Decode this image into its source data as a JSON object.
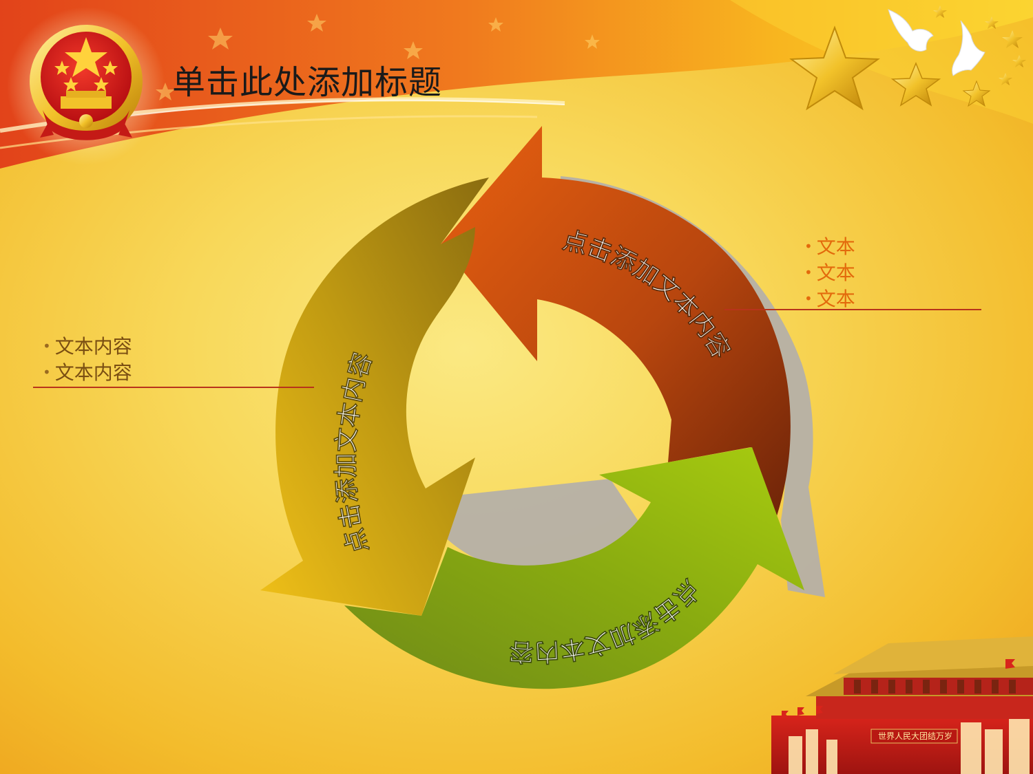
{
  "title": "单击此处添加标题",
  "cycle": {
    "segment_right_label": "点击添加文本内容",
    "segment_left_label": "点击添加文本内容",
    "segment_bottom_label": "点击添加文本内容",
    "colors": {
      "right": "#b94a10",
      "left": "#c89a10",
      "bottom": "#7aa814",
      "text": "#ffffff"
    }
  },
  "left_bullets": [
    "文本内容",
    "文本内容"
  ],
  "right_bullets": [
    "文本",
    "文本",
    "文本"
  ],
  "banner_text": "世界人民大团结万岁",
  "colors": {
    "background": "#f8d85a",
    "top_band": "#e8531c",
    "bullet_left": "#7a4e12",
    "bullet_right": "#e36a0c",
    "rule": "#b8331b"
  },
  "icons": [
    "national-emblem-icon",
    "gold-star-icon",
    "dove-icon",
    "tiananmen-gate-icon"
  ]
}
